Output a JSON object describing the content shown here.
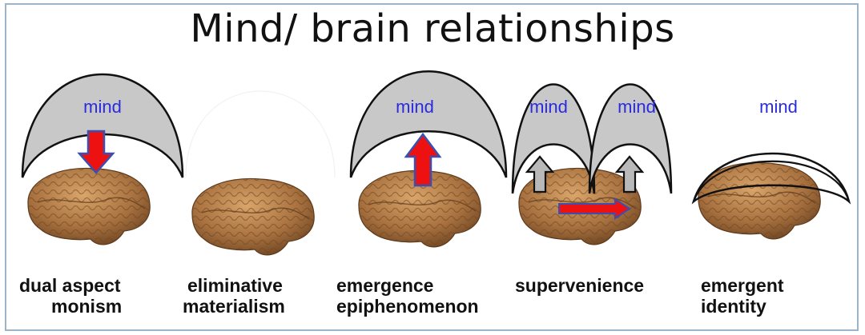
{
  "title": "Mind/ brain relationships",
  "colors": {
    "mind_text": "#2a2ae0",
    "mind_fill": "#c8c8c8",
    "arrow_red": "#ee1111",
    "arrow_outline": "#3a4fb0",
    "brain": "#b07c48"
  },
  "panels": [
    {
      "mind_label": "mind",
      "label_line1": "dual aspect",
      "label_line2": "monism"
    },
    {
      "mind_label": "",
      "label_line1": "eliminative",
      "label_line2": "materialism"
    },
    {
      "mind_label": "mind",
      "label_line1": "emergence",
      "label_line2": "epiphenomenon"
    },
    {
      "mind_label": "mind",
      "mind_label_2": "mind",
      "label_line1": "supervenience",
      "label_line2": ""
    },
    {
      "mind_label": "mind",
      "label_line1": "emergent",
      "label_line2": "identity"
    }
  ]
}
